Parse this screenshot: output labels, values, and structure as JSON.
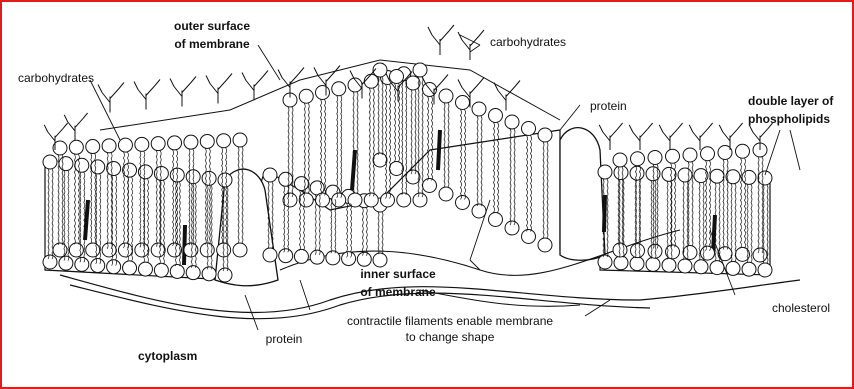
{
  "labels": {
    "outer_surface_line1": "outer surface",
    "outer_surface_line2": "of membrane",
    "carbohydrates_top": "carbohydrates",
    "carbohydrates_left": "carbohydrates",
    "protein_top": "protein",
    "double_layer_line1": "double layer of",
    "double_layer_line2": "phospholipids",
    "inner_surface_line1": "inner surface",
    "inner_surface_line2": "of membrane",
    "cholesterol": "cholesterol",
    "contractile_line1": "contractile filaments enable membrane",
    "contractile_line2": "to change shape",
    "protein_bottom": "protein",
    "cytoplasm": "cytoplasm"
  },
  "colors": {
    "border": "#e21a1a",
    "ink": "#111111"
  }
}
